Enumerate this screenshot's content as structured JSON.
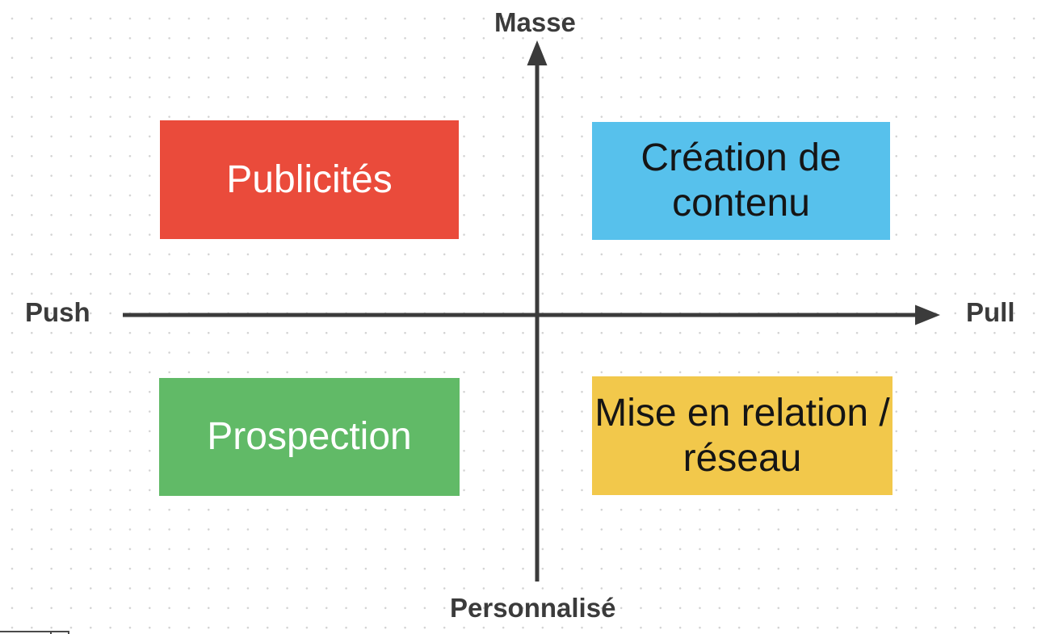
{
  "canvas": {
    "axes": {
      "top": "Masse",
      "bottom": "Personnalisé",
      "left": "Push",
      "right": "Pull"
    },
    "quadrants": [
      {
        "position": "top-left",
        "label": "Publicités",
        "color": "#EA4B3B",
        "text_color": "#FFFFFF"
      },
      {
        "position": "top-right",
        "label": "Création de\ncontenu",
        "color": "#57C1EC",
        "text_color": "#151515"
      },
      {
        "position": "bottom-left",
        "label": "Prospection",
        "color": "#61BA67",
        "text_color": "#FFFFFF"
      },
      {
        "position": "bottom-right",
        "label": "Mise en relation /\nréseau",
        "color": "#F2C84B",
        "text_color": "#151515"
      }
    ],
    "colors": {
      "background": "#FFFFFF",
      "dot_grid": "#D2D2D2",
      "axis": "#3B3B3B"
    }
  }
}
